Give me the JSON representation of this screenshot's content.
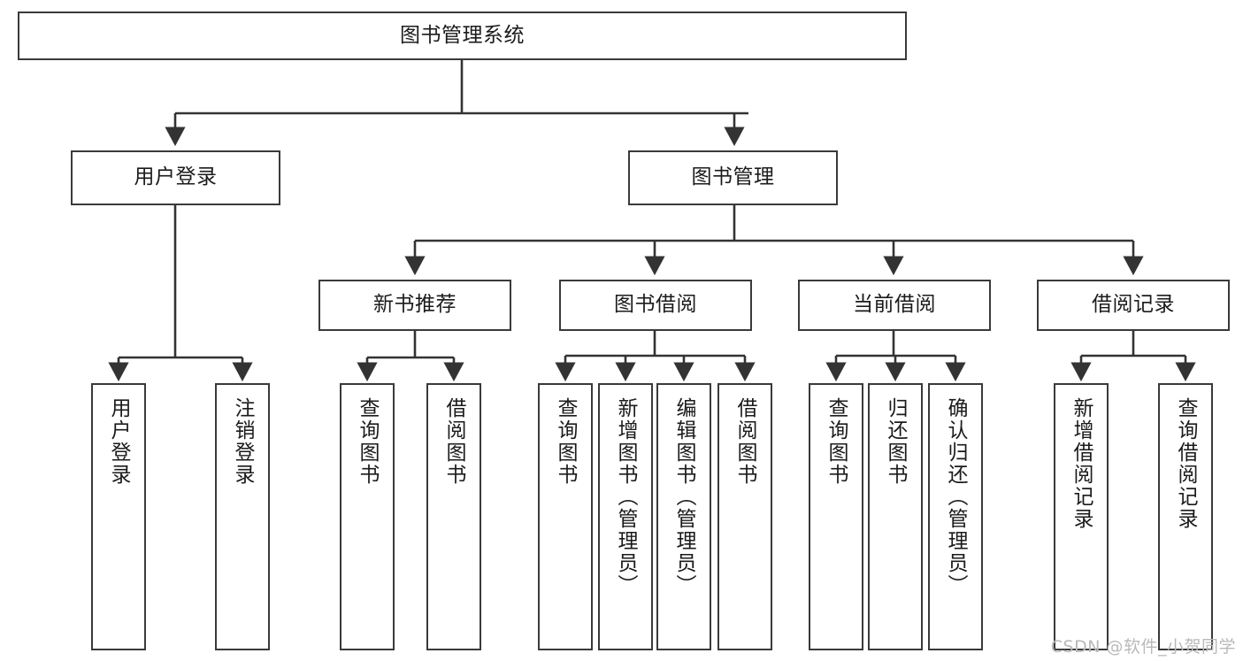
{
  "diagram": {
    "type": "tree",
    "title": "图书管理系统",
    "watermark": "CSDN @软件_小贺同学",
    "colors": {
      "node_border": "#3a3a3a",
      "node_fill": "#ffffff",
      "edge": "#333333",
      "text": "#1b1b1b",
      "watermark": "#b9b9b9",
      "background": "#ffffff"
    },
    "nodes": {
      "root": {
        "label": "图书管理系统"
      },
      "level2": [
        {
          "id": "user-login",
          "label": "用户登录"
        },
        {
          "id": "book-manage",
          "label": "图书管理"
        }
      ],
      "level3": [
        {
          "id": "new-book-recommend",
          "label": "新书推荐"
        },
        {
          "id": "book-borrow",
          "label": "图书借阅"
        },
        {
          "id": "current-borrow",
          "label": "当前借阅"
        },
        {
          "id": "borrow-record",
          "label": "借阅记录"
        }
      ],
      "leaves": {
        "user_login": [
          {
            "id": "leaf-user-login",
            "label": "用户登录"
          },
          {
            "id": "leaf-logout-login",
            "label": "注销登录"
          }
        ],
        "new_book_recommend": [
          {
            "id": "leaf-query-book-1",
            "label": "查询图书"
          },
          {
            "id": "leaf-borrow-book-1",
            "label": "借阅图书"
          }
        ],
        "book_borrow": [
          {
            "id": "leaf-query-book-2",
            "label": "查询图书"
          },
          {
            "id": "leaf-add-book",
            "label": "新增图书（管理员）"
          },
          {
            "id": "leaf-edit-book",
            "label": "编辑图书（管理员）"
          },
          {
            "id": "leaf-borrow-book-2",
            "label": "借阅图书"
          }
        ],
        "current_borrow": [
          {
            "id": "leaf-query-book-3",
            "label": "查询图书"
          },
          {
            "id": "leaf-return-book",
            "label": "归还图书"
          },
          {
            "id": "leaf-confirm-return",
            "label": "确认归还（管理员）"
          }
        ],
        "borrow_record": [
          {
            "id": "leaf-add-record",
            "label": "新增借阅记录"
          },
          {
            "id": "leaf-query-record",
            "label": "查询借阅记录"
          }
        ]
      }
    }
  }
}
